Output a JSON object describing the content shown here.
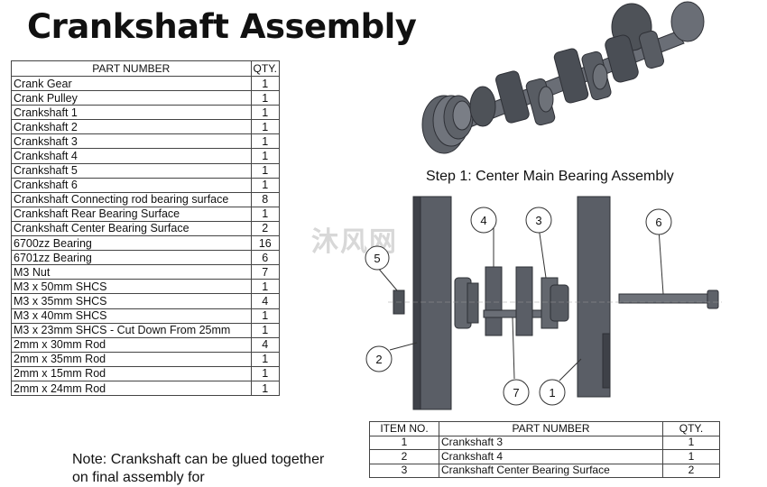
{
  "title": "Crankshaft Assembly",
  "parts_table": {
    "headers": [
      "PART NUMBER",
      "QTY."
    ],
    "rows": [
      [
        "Crank Gear",
        "1"
      ],
      [
        "Crank Pulley",
        "1"
      ],
      [
        "Crankshaft 1",
        "1"
      ],
      [
        "Crankshaft 2",
        "1"
      ],
      [
        "Crankshaft 3",
        "1"
      ],
      [
        "Crankshaft 4",
        "1"
      ],
      [
        "Crankshaft 5",
        "1"
      ],
      [
        "Crankshaft 6",
        "1"
      ],
      [
        "Crankshaft Connecting rod bearing surface",
        "8"
      ],
      [
        "Crankshaft Rear Bearing Surface",
        "1"
      ],
      [
        "Crankshaft Center Bearing Surface",
        "2"
      ],
      [
        "6700zz Bearing",
        "16"
      ],
      [
        "6701zz Bearing",
        "6"
      ],
      [
        "M3 Nut",
        "7"
      ],
      [
        "M3 x 50mm SHCS",
        "1"
      ],
      [
        "M3 x 35mm SHCS",
        "4"
      ],
      [
        "M3 x 40mm SHCS",
        "1"
      ],
      [
        "M3 x 23mm SHCS - Cut Down From 25mm",
        "1"
      ],
      [
        "2mm x 30mm Rod",
        "4"
      ],
      [
        "2mm x 35mm Rod",
        "1"
      ],
      [
        "2mm x 15mm Rod",
        "1"
      ],
      [
        "2mm x 24mm Rod",
        "1"
      ]
    ]
  },
  "step_label": "Step 1: Center Main Bearing Assembly",
  "balloons": [
    "1",
    "2",
    "3",
    "4",
    "5",
    "6",
    "7"
  ],
  "bom_table": {
    "headers": [
      "ITEM NO.",
      "PART NUMBER",
      "QTY."
    ],
    "rows": [
      [
        "1",
        "Crankshaft 3",
        "1"
      ],
      [
        "2",
        "Crankshaft 4",
        "1"
      ],
      [
        "3",
        "Crankshaft Center Bearing Surface",
        "2"
      ]
    ]
  },
  "note": "Note: Crankshaft can be glued together on final assembly for",
  "watermark": "沐风网",
  "colors": {
    "part_fill": "#5a5e66",
    "part_dark": "#3a3d44",
    "part_light": "#8a8e96"
  }
}
